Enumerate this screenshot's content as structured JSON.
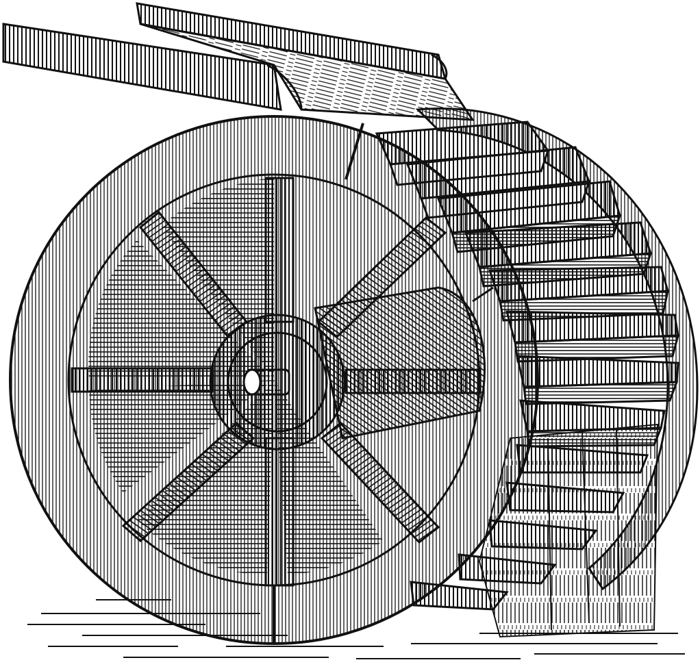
{
  "illustration": {
    "subject": "overshot-waterwheel-engraving",
    "style": "black-and-white-line-engraving",
    "colors": {
      "ink": "#111111",
      "paper": "#ffffff"
    },
    "spoke_count": 8,
    "bucket_count": 13
  }
}
